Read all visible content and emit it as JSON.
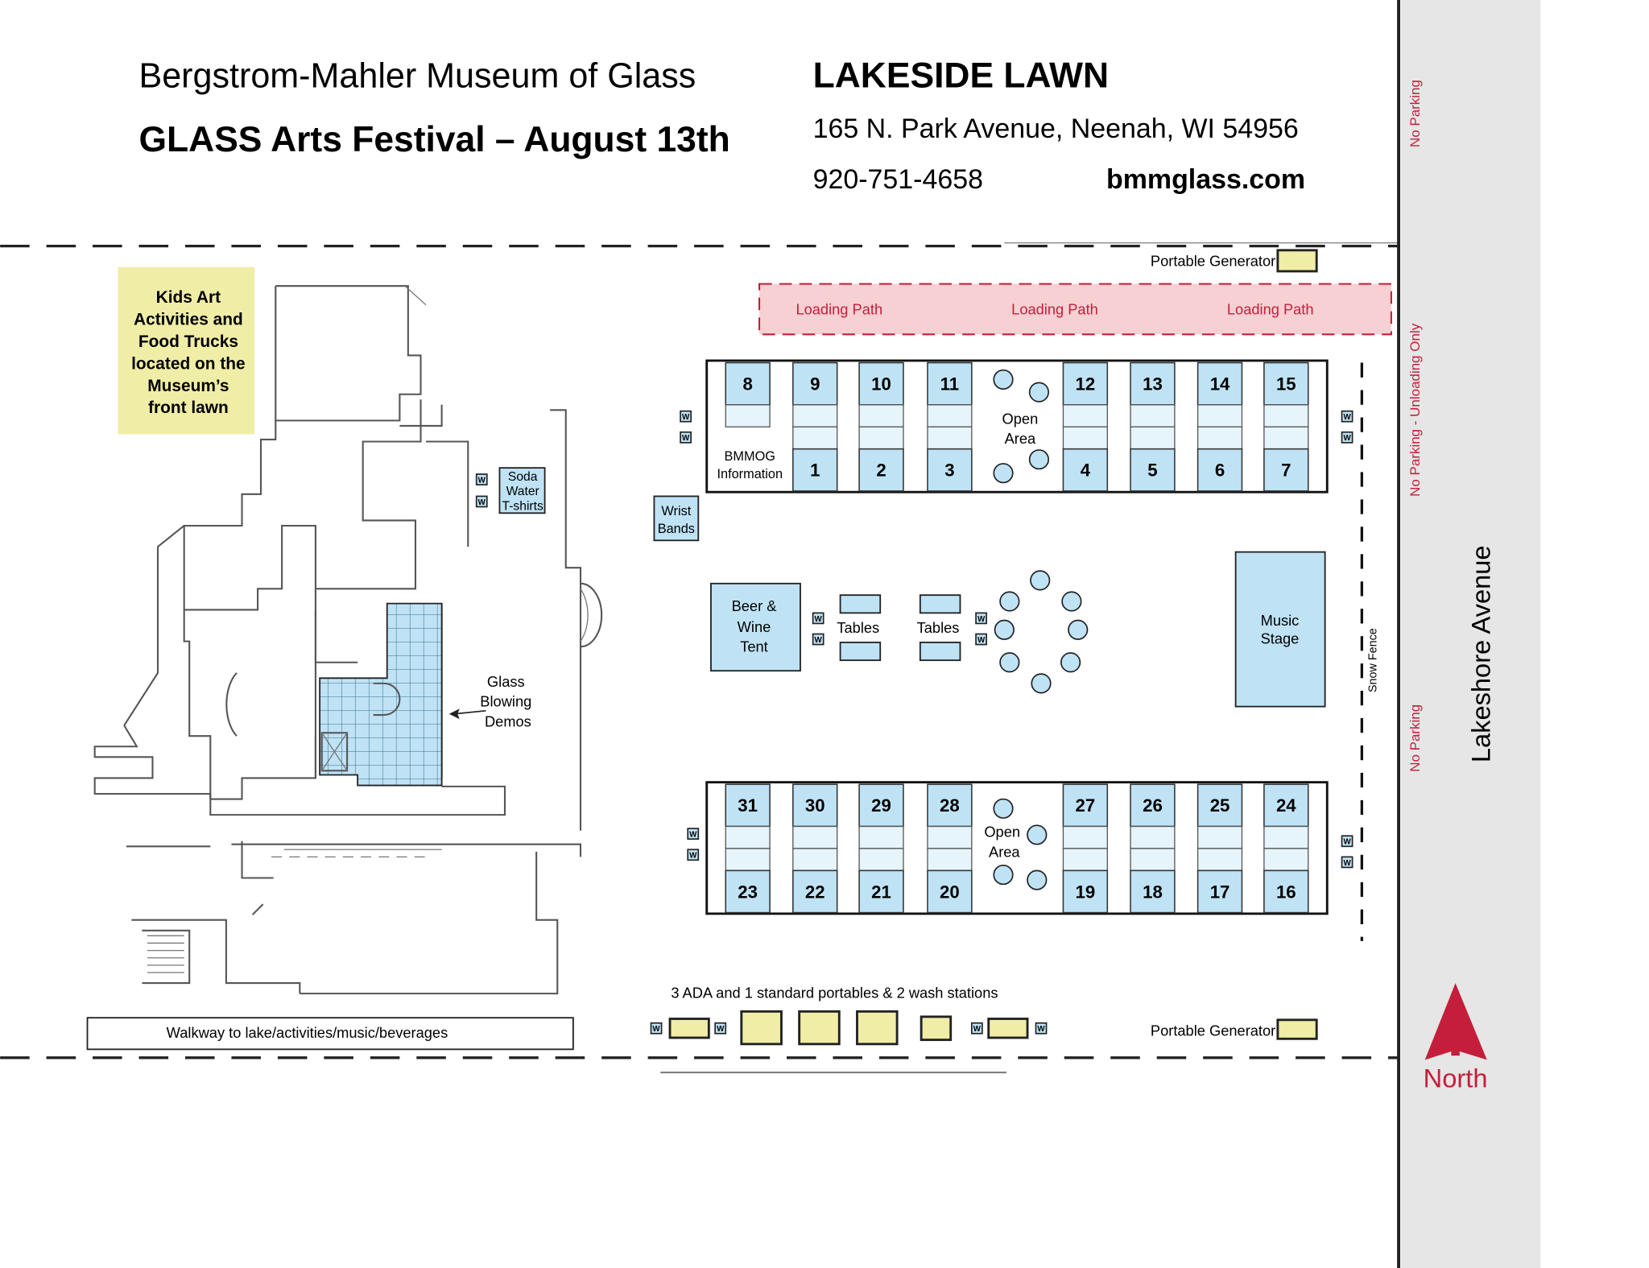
{
  "header": {
    "museum_name": "Bergstrom-Mahler Museum of Glass",
    "event_title": "GLASS Arts Festival –  August 13th",
    "venue": "LAKESIDE LAWN",
    "address": "165 N. Park Avenue, Neenah, WI 54956",
    "phone": "920-751-4658",
    "website": "bmmglass.com"
  },
  "colors": {
    "booth_blue": "#bfe3f5",
    "portable_yellow": "#f0eda6",
    "loading_pink": "#f6d0d3",
    "accent_red": "#c41e3a",
    "road_gray": "#e6e6e6"
  },
  "museum": {
    "kids_note": [
      "Kids Art",
      "Activities and",
      "Food Trucks",
      "located on the",
      "Museum’s",
      "front lawn"
    ],
    "soda_booth": [
      "Soda",
      "Water",
      "T-shirts"
    ],
    "glass_demo": [
      "Glass",
      "Blowing",
      "Demos"
    ],
    "walkway": "Walkway to lake/activities/music/beverages"
  },
  "lawn": {
    "generator_label": "Portable Generator",
    "loading_path": [
      "Loading Path",
      "Loading Path",
      "Loading Path"
    ],
    "wash_icon": "W",
    "info_booth": [
      "BMMOG",
      "Information"
    ],
    "open_area": [
      "Open",
      "Area"
    ],
    "top_row_upper": [
      "8",
      "9",
      "10",
      "11",
      "12",
      "13",
      "14",
      "15"
    ],
    "top_row_lower": [
      "",
      "1",
      "2",
      "3",
      "4",
      "5",
      "6",
      "7"
    ],
    "bottom_row_upper": [
      "31",
      "30",
      "29",
      "28",
      "27",
      "26",
      "25",
      "24"
    ],
    "bottom_row_lower": [
      "23",
      "22",
      "21",
      "20",
      "19",
      "18",
      "17",
      "16"
    ],
    "wrist_bands": [
      "Wrist",
      "Bands"
    ],
    "beer_wine": [
      "Beer &",
      "Wine",
      "Tent"
    ],
    "tables": [
      "Tables",
      "Tables"
    ],
    "music_stage": [
      "Music",
      "Stage"
    ],
    "snow_fence": "Snow Fence",
    "portables_note": "3 ADA and 1 standard portables & 2 wash stations"
  },
  "road": {
    "name": "Lakeshore Avenue",
    "parking_top": "No Parking",
    "parking_middle": "No Parking - Unloading Only",
    "parking_bottom": "No Parking",
    "north_label": "North"
  }
}
